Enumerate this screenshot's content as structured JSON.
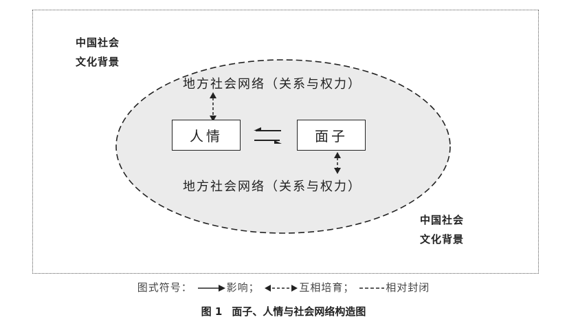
{
  "context_label_top": [
    "中国社会",
    "文化背景"
  ],
  "context_label_bottom": [
    "中国社会",
    "文化背景"
  ],
  "network_label_top": "地方社会网络（关系与权力）",
  "network_label_bottom": "地方社会网络（关系与权力）",
  "node_renqing": "人情",
  "node_mianzi": "面子",
  "legend": {
    "prefix": "图式符号：",
    "influence": "影响；",
    "mutual": "互相培育；",
    "closed": "相对封闭"
  },
  "caption": {
    "number": "图 1",
    "title": "面子、人情与社会网络构造图"
  },
  "colors": {
    "ellipse_fill": "#ebebeb",
    "stroke": "#222222"
  }
}
